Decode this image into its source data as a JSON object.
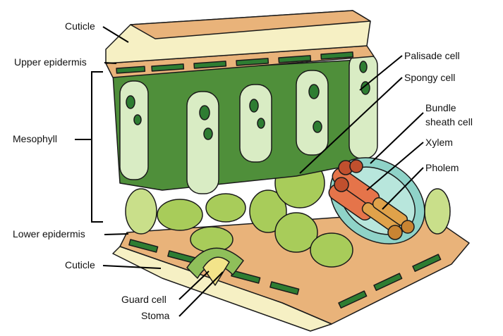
{
  "title": "Leaf cross section",
  "labels": {
    "cuticle_top": "Cuticle",
    "upper_epidermis": "Upper epidermis",
    "mesophyll": "Mesophyll",
    "lower_epidermis": "Lower epidermis",
    "cuticle_bottom": "Cuticle",
    "guard_cell": "Guard cell",
    "stoma": "Stoma",
    "palisade_cell": "Palisade cell",
    "spongy_cell": "Spongy cell",
    "bundle_sheath_line1": "Bundle",
    "bundle_sheath_line2": "sheath cell",
    "xylem": "Xylem",
    "pholem": "Pholem"
  },
  "colors": {
    "cuticle": "#f6f0c4",
    "epidermis": "#e9b37a",
    "chloroplast": "#2f7d32",
    "palisade": "#4f8f3a",
    "palisade_inner": "#d9ecc4",
    "spongy": "#a8cc5a",
    "sheath": "#8fd3c8",
    "xylem": "#e5744a",
    "phloem": "#e0a24a"
  }
}
